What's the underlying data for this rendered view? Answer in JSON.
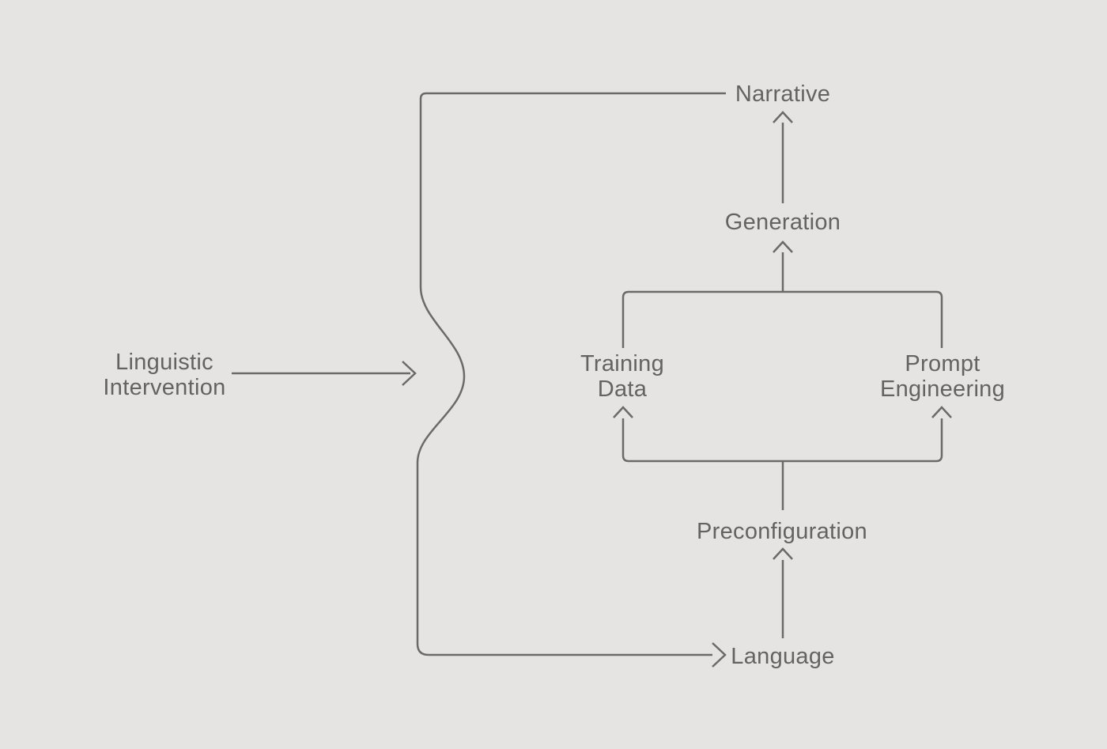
{
  "colors": {
    "background": "#e5e4e2",
    "line": "#6a6a6a",
    "text": "#636363"
  },
  "nodes": {
    "linguistic_intervention": {
      "line1": "Linguistic",
      "line2": "Intervention"
    },
    "narrative": {
      "label": "Narrative"
    },
    "generation": {
      "label": "Generation"
    },
    "training_data": {
      "line1": "Training",
      "line2": "Data"
    },
    "prompt_engineering": {
      "line1": "Prompt",
      "line2": "Engineering"
    },
    "preconfiguration": {
      "label": "Preconfiguration"
    },
    "language": {
      "label": "Language"
    }
  },
  "edges": [
    {
      "from": "narrative",
      "to": "language",
      "type": "arrow",
      "route": "left side loop with mid bulge"
    },
    {
      "from": "linguistic_intervention",
      "to": "narrative_language_loop",
      "type": "arrow",
      "route": "points at bulge of loop"
    },
    {
      "from": "language",
      "to": "preconfiguration",
      "type": "arrow"
    },
    {
      "from": "preconfiguration",
      "to": "training_data",
      "type": "arrow",
      "route": "bottom bracket"
    },
    {
      "from": "preconfiguration",
      "to": "prompt_engineering",
      "type": "arrow",
      "route": "bottom bracket"
    },
    {
      "from": "training_data",
      "to": "generation",
      "type": "arrow",
      "route": "top bracket"
    },
    {
      "from": "prompt_engineering",
      "to": "generation",
      "type": "arrow",
      "route": "top bracket"
    },
    {
      "from": "generation",
      "to": "narrative",
      "type": "arrow"
    }
  ]
}
